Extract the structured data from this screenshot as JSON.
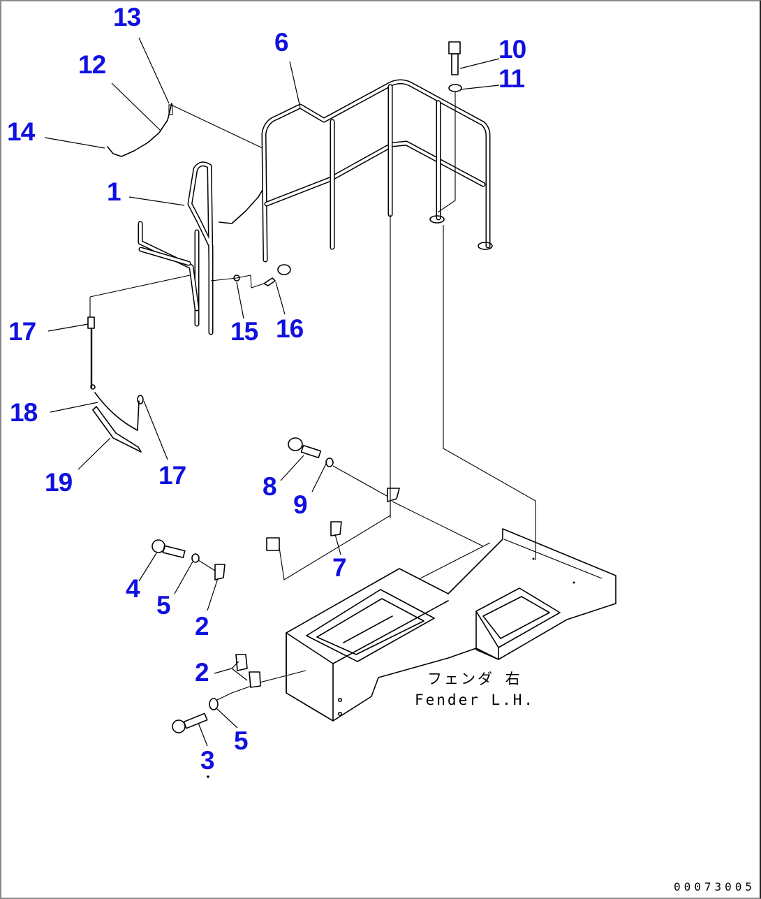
{
  "diagram": {
    "type": "exploded parts diagram",
    "subject": "Handrail and fender mounting",
    "drawing_code": "00073005",
    "annotation": {
      "japanese": "フェンダ 右",
      "english": "Fender L.H."
    },
    "colors": {
      "callout": "#1010e0",
      "linework": "#000000",
      "background": "#ffffff"
    },
    "callouts": [
      {
        "id": "c1",
        "label": "1"
      },
      {
        "id": "c2a",
        "label": "2"
      },
      {
        "id": "c2b",
        "label": "2"
      },
      {
        "id": "c3",
        "label": "3"
      },
      {
        "id": "c4",
        "label": "4"
      },
      {
        "id": "c5a",
        "label": "5"
      },
      {
        "id": "c5b",
        "label": "5"
      },
      {
        "id": "c6",
        "label": "6"
      },
      {
        "id": "c7",
        "label": "7"
      },
      {
        "id": "c8",
        "label": "8"
      },
      {
        "id": "c9",
        "label": "9"
      },
      {
        "id": "c10",
        "label": "10"
      },
      {
        "id": "c11",
        "label": "11"
      },
      {
        "id": "c12",
        "label": "12"
      },
      {
        "id": "c13",
        "label": "13"
      },
      {
        "id": "c14",
        "label": "14"
      },
      {
        "id": "c15",
        "label": "15"
      },
      {
        "id": "c16",
        "label": "16"
      },
      {
        "id": "c17a",
        "label": "17"
      },
      {
        "id": "c17b",
        "label": "17"
      },
      {
        "id": "c18",
        "label": "18"
      },
      {
        "id": "c19",
        "label": "19"
      }
    ]
  }
}
